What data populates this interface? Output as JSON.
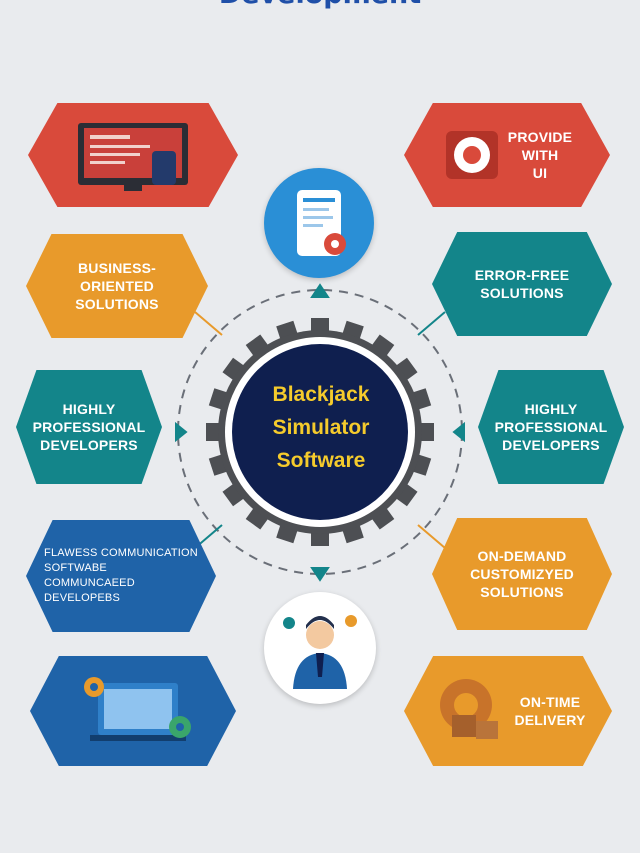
{
  "title": {
    "line1": "",
    "line2": "Development"
  },
  "center": {
    "line1": "Blackjack",
    "line2": "Simulator",
    "line3": "Software"
  },
  "cards": {
    "provide_ui": "PROVIDE\nWITH\nUI",
    "business": "BUSINESS-\nORIENTED\nSOLUTIONS",
    "error_free": "ERROR-FREE\nSOLUTIONS",
    "highly_left": "HIGHLY\nPROFESSIONAL\nDEVELOPERS",
    "highly_right": "HIGHLY\nPROFESSIONAL\nDEVELOPERS",
    "flawless": "FLAWESS COMMUNICATION\nSOFTWABE\nCOMMUNCAEED\nDEVELOPEBS",
    "on_demand": "ON-DEMAND\nCUSTOMIZYED\nSOLUTIONS",
    "on_time": "ON-TIME\nDELIVERY"
  },
  "colors": {
    "red": "#d94a3b",
    "orange": "#e89a2b",
    "teal": "#13858a",
    "blue": "#1f63a8",
    "navy": "#0f1f4f",
    "gear": "#4d4f53",
    "center_text": "#f5cb2c"
  },
  "icons": [
    "monitor-dashboard-icon",
    "safe-dial-icon",
    "mobile-app-gear-icon",
    "developer-avatar-icon",
    "laptop-gears-icon",
    "delivery-gear-box-icon"
  ]
}
